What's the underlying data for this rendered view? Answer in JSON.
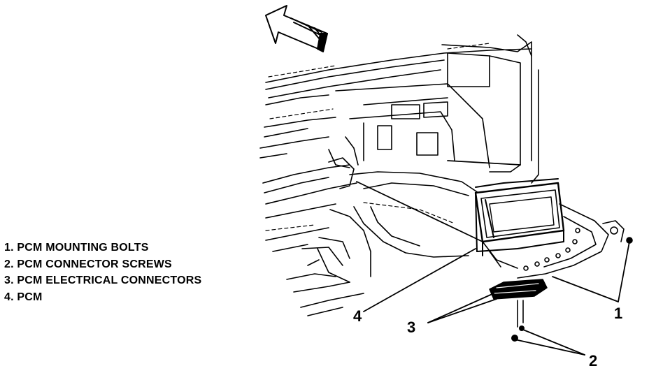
{
  "legend": {
    "items": [
      "1. PCM MOUNTING BOLTS",
      "2. PCM CONNECTOR SCREWS",
      "3. PCM ELECTRICAL CONNECTORS",
      "4. PCM"
    ]
  },
  "callouts": {
    "c1": "1",
    "c2": "2",
    "c3": "3",
    "c4": "4"
  },
  "icons": {
    "direction_arrow": "front-direction-arrow-icon"
  }
}
